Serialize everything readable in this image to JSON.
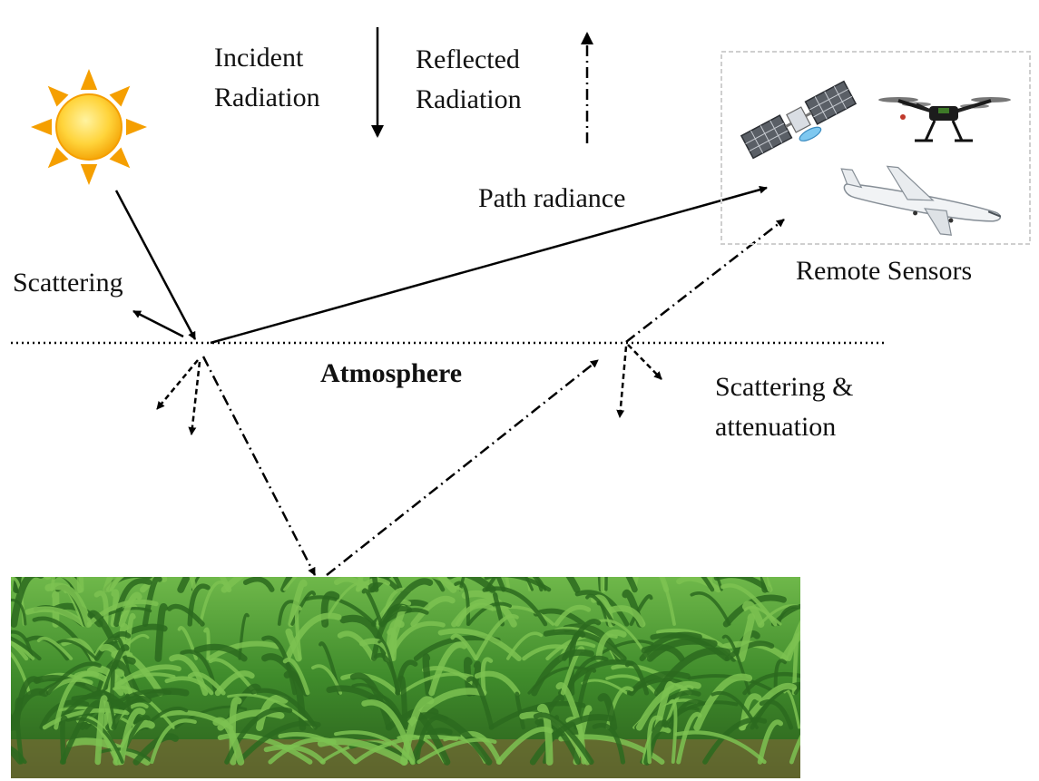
{
  "labels": {
    "incident": [
      "Incident",
      "Radiation"
    ],
    "reflected": [
      "Reflected",
      "Radiation"
    ],
    "path_radiance": "Path radiance",
    "scattering": "Scattering",
    "atmosphere": "Atmosphere",
    "scattering_attenuation": [
      "Scattering &",
      "attenuation"
    ],
    "remote_sensors": "Remote Sensors"
  },
  "colors": {
    "sun_core": "#fcc419",
    "sun_rays": "#f59f00",
    "crop_dark": "#2b6a1e",
    "crop_light": "#7cc251",
    "soil": "#8a6a3a",
    "sensor_frame": "#cfcfcf"
  },
  "icons": [
    "sun-icon",
    "satellite-icon",
    "drone-icon",
    "airplane-icon",
    "crop-field-image"
  ]
}
